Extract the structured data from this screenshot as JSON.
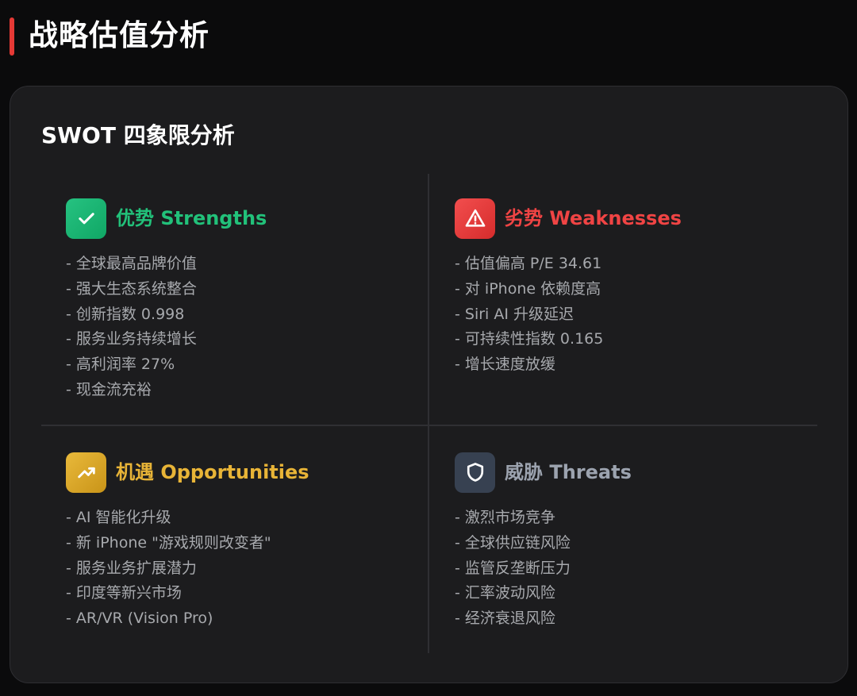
{
  "header": {
    "title": "战略估值分析",
    "accent_color": "#e53935"
  },
  "swot": {
    "title": "SWOT 四象限分析",
    "quadrants": [
      {
        "key": "strengths",
        "title": "优势 Strengths",
        "color": "#22c17a",
        "icon": "check-icon",
        "items": [
          "- 全球最高品牌价值",
          "- 强大生态系统整合",
          "- 创新指数 0.998",
          "- 服务业务持续增长",
          "- 高利润率 27%",
          "- 现金流充裕"
        ]
      },
      {
        "key": "weaknesses",
        "title": "劣势 Weaknesses",
        "color": "#f04444",
        "icon": "warning-icon",
        "items": [
          "- 估值偏高 P/E 34.61",
          "- 对 iPhone 依赖度高",
          "- Siri AI 升级延迟",
          "- 可持续性指数 0.165",
          "- 增长速度放缓"
        ]
      },
      {
        "key": "opportunities",
        "title": "机遇 Opportunities",
        "color": "#e8b437",
        "icon": "trend-up-icon",
        "items": [
          "- AI 智能化升级",
          "- 新 iPhone \"游戏规则改变者\"",
          "- 服务业务扩展潜力",
          "- 印度等新兴市场",
          "- AR/VR (Vision Pro)"
        ]
      },
      {
        "key": "threats",
        "title": "威胁 Threats",
        "color": "#9ca3af",
        "icon": "shield-icon",
        "items": [
          "- 激烈市场竞争",
          "- 全球供应链风险",
          "- 监管反垄断压力",
          "- 汇率波动风险",
          "- 经济衰退风险"
        ]
      }
    ]
  }
}
